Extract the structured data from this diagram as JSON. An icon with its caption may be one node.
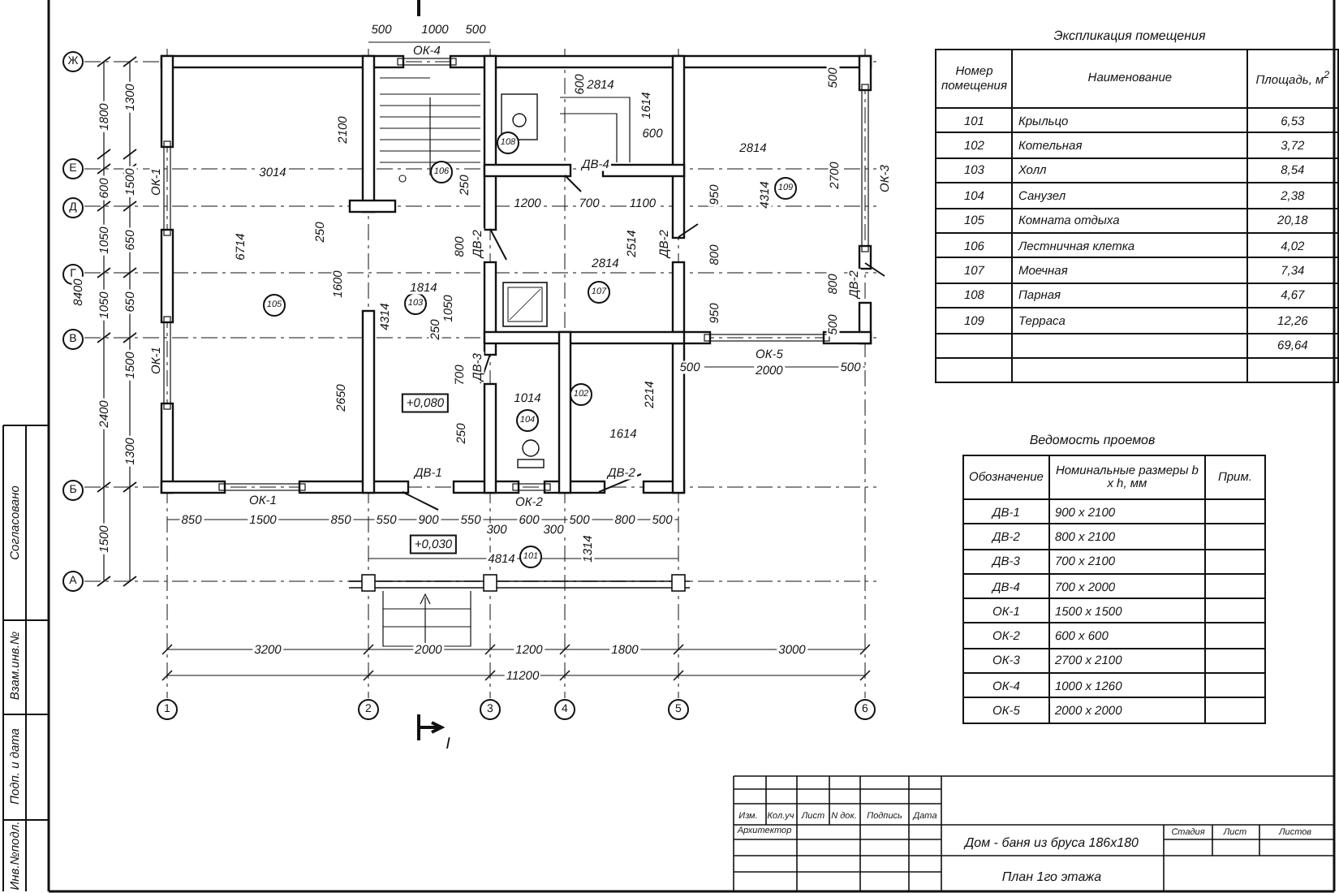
{
  "diagram": {
    "labels": [
      "500",
      "1000",
      "500",
      "ОК-4",
      "Ж",
      "1800",
      "1300",
      "2100",
      "108",
      "600",
      "2814",
      "1614",
      "600",
      "2814",
      "500",
      "Е",
      "Д",
      "600",
      "1500",
      "ОК-1",
      "3014",
      "106",
      "250",
      "1200",
      "700",
      "ДВ-4",
      "1100",
      "950",
      "4314",
      "109",
      "2700",
      "ОК-3",
      "1050",
      "650",
      "6714",
      "250",
      "800",
      "ДВ-2",
      "2814",
      "2514",
      "ДВ-2",
      "800",
      "Г",
      "В",
      "8400",
      "1050",
      "650",
      "105",
      "1600",
      "4314",
      "103",
      "1814",
      "250",
      "1050",
      "107",
      "950",
      "800",
      "500",
      "ДВ-2",
      "1500",
      "ОК-1",
      "700",
      "ДВ-3",
      "500",
      "ОК-5",
      "2000",
      "500",
      "2400",
      "2650",
      "+0,080",
      "250",
      "1014",
      "104",
      "102",
      "1614",
      "2214",
      "1300",
      "ДВ-1",
      "ДВ-2",
      "Б",
      "1500",
      "850",
      "ОК-1",
      "1500",
      "850",
      "550",
      "900",
      "+0,030",
      "550",
      "300",
      "4814",
      "ОК-2",
      "600",
      "101",
      "300",
      "500",
      "1314",
      "800",
      "500",
      "А",
      "3200",
      "2000",
      "1200",
      "1800",
      "3000",
      "11200",
      "1",
      "2",
      "3",
      "4",
      "5",
      "6",
      "I",
      "Согласовано",
      "Взам.инв.№",
      "Подп. и дата",
      "Инв.№подл.",
      "Экспликация помещения",
      "Номер помещения",
      "Наименование",
      "Площадь, м$^{2}$",
      "101",
      "Крыльцо",
      "6,53",
      "102",
      "Котельная",
      "3,72",
      "103",
      "Холл",
      "8,54",
      "104",
      "Санузел",
      "2,38",
      "105",
      "Комната отдыха",
      "20,18",
      "106",
      "Лестничная клетка",
      "4,02",
      "107",
      "Моечная",
      "7,34",
      "108",
      "Парная",
      "4,67",
      "109",
      "Терраса",
      "12,26",
      "69,64",
      "Ведомость проемов",
      "Обозначение",
      "Номинальные размеры b x h, мм",
      "Прим.",
      "ДВ-1",
      "900 x 2100",
      "ДВ-2",
      "800 x 2100",
      "ДВ-3",
      "700 x 2100",
      "ДВ-4",
      "700 x 2000",
      "ОК-1",
      "1500 x 1500",
      "ОК-2",
      "600 x 600",
      "ОК-3",
      "2700 x 2100",
      "ОК-4",
      "1000 x 1260",
      "ОК-5",
      "2000 x 2000",
      "Изм.",
      "Кол.уч",
      "Лист",
      "N док.",
      "Подпись",
      "Дата",
      "Архитектор",
      "Дом - баня из бруса 186х180",
      "Стадия",
      "Лист",
      "Листов",
      "План 1го этажа"
    ]
  }
}
